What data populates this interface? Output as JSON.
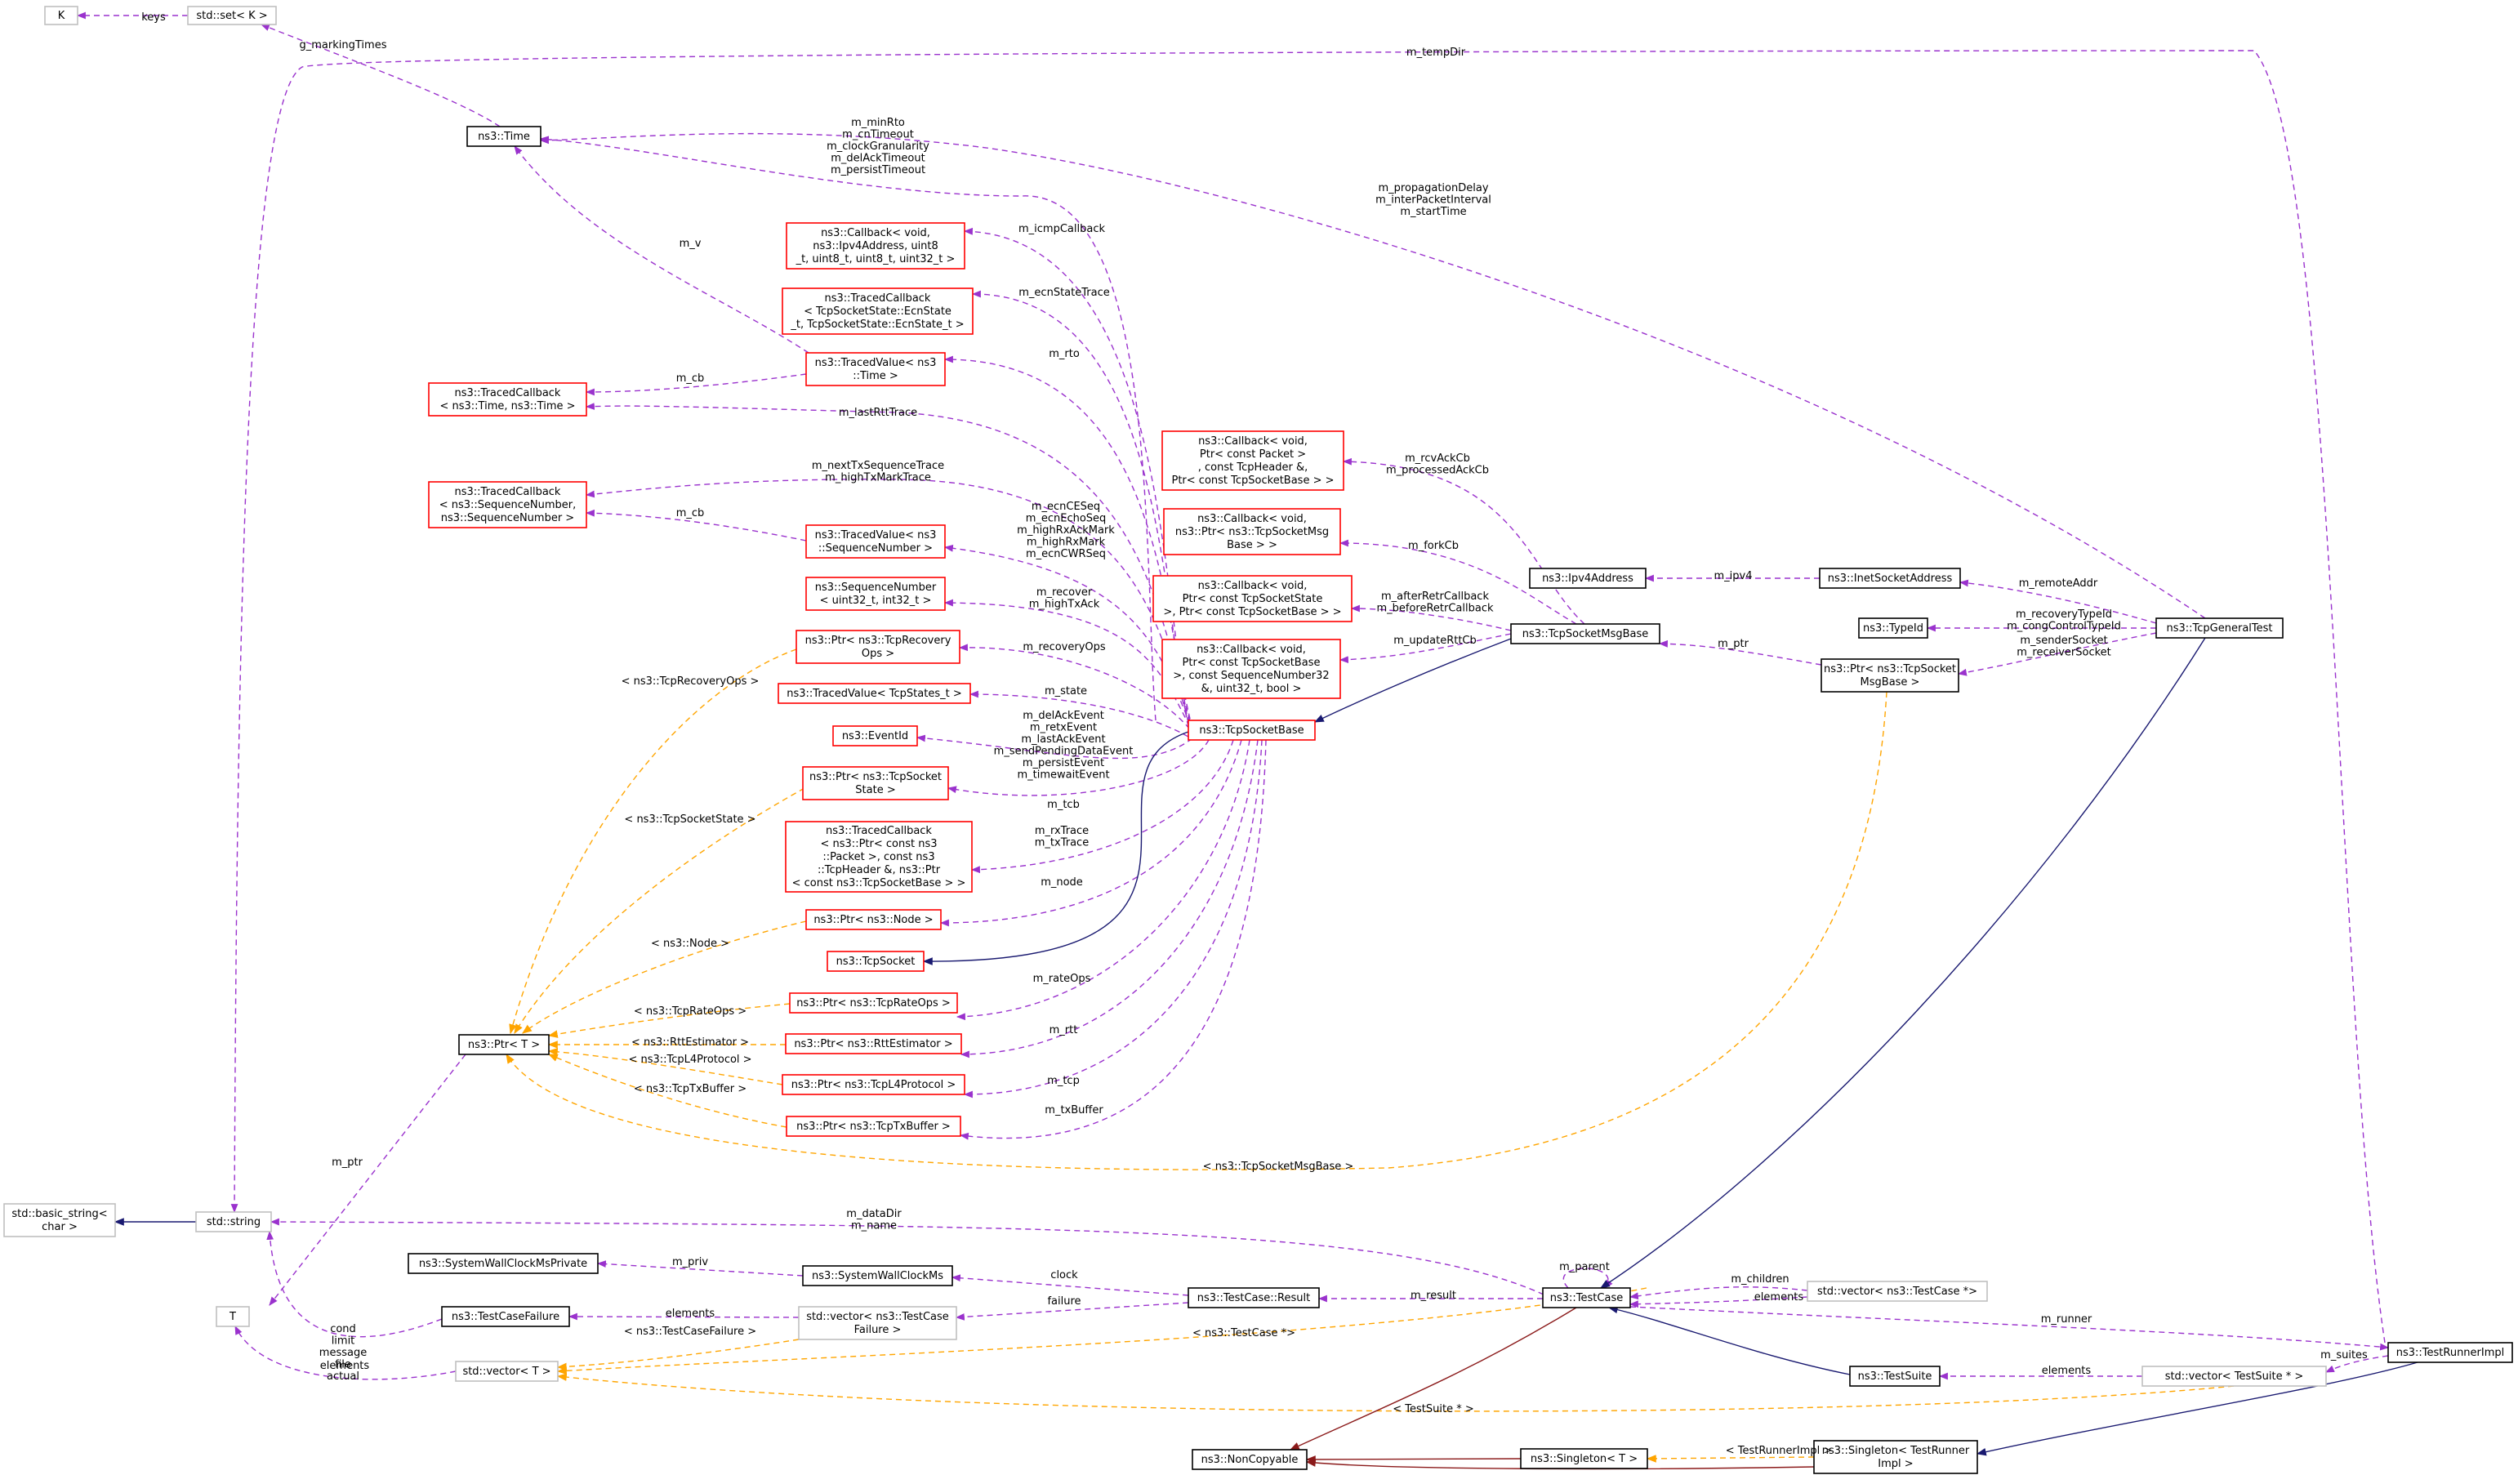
{
  "colors": {
    "red_border": "#ff0000",
    "black_border": "#000000",
    "gray_border": "#bfbfbf",
    "focus_fill": "#bfbfbf",
    "member_edge": "#9a32cd",
    "template_edge": "#ffa500",
    "inherit_edge": "#191970",
    "private_inherit_edge": "#8b1a1a"
  },
  "nodes": [
    {
      "id": "K",
      "lines": [
        "K"
      ],
      "style": "gray"
    },
    {
      "id": "set",
      "lines": [
        "std::set< K >"
      ],
      "style": "gray"
    },
    {
      "id": "time",
      "lines": [
        "ns3::Time"
      ],
      "style": "black"
    },
    {
      "id": "cbicmp",
      "lines": [
        "ns3::Callback< void,",
        "ns3::Ipv4Address, uint8",
        "_t, uint8_t, uint8_t, uint32_t >"
      ],
      "style": "red"
    },
    {
      "id": "tcecn",
      "lines": [
        "ns3::TracedCallback",
        "< TcpSocketState::EcnState",
        "_t, TcpSocketState::EcnState_t >"
      ],
      "style": "red"
    },
    {
      "id": "tvtime",
      "lines": [
        "ns3::TracedValue< ns3",
        "::Time >"
      ],
      "style": "red"
    },
    {
      "id": "tctime",
      "lines": [
        "ns3::TracedCallback",
        "< ns3::Time, ns3::Time >"
      ],
      "style": "red"
    },
    {
      "id": "tcseq",
      "lines": [
        "ns3::TracedCallback",
        "< ns3::SequenceNumber,",
        "ns3::SequenceNumber >"
      ],
      "style": "red"
    },
    {
      "id": "tvseq",
      "lines": [
        "ns3::TracedValue< ns3",
        "::SequenceNumber >"
      ],
      "style": "red"
    },
    {
      "id": "seqnum",
      "lines": [
        "ns3::SequenceNumber",
        "< uint32_t, int32_t >"
      ],
      "style": "red"
    },
    {
      "id": "ptrrec",
      "lines": [
        "ns3::Ptr< ns3::TcpRecovery",
        "Ops >"
      ],
      "style": "red"
    },
    {
      "id": "tvstates",
      "lines": [
        "ns3::TracedValue< TcpStates_t >"
      ],
      "style": "red"
    },
    {
      "id": "eventid",
      "lines": [
        "ns3::EventId"
      ],
      "style": "red"
    },
    {
      "id": "ptrstate",
      "lines": [
        "ns3::Ptr< ns3::TcpSocket",
        "State >"
      ],
      "style": "red"
    },
    {
      "id": "tcrx",
      "lines": [
        "ns3::TracedCallback",
        "< ns3::Ptr< const ns3",
        "::Packet >, const ns3",
        "::TcpHeader &, ns3::Ptr",
        "< const ns3::TcpSocketBase > >"
      ],
      "style": "red"
    },
    {
      "id": "ptrnode",
      "lines": [
        "ns3::Ptr< ns3::Node >"
      ],
      "style": "red"
    },
    {
      "id": "tcpsocket",
      "lines": [
        "ns3::TcpSocket"
      ],
      "style": "red"
    },
    {
      "id": "ptrrate",
      "lines": [
        "ns3::Ptr< ns3::TcpRateOps >"
      ],
      "style": "red"
    },
    {
      "id": "ptrrtt",
      "lines": [
        "ns3::Ptr< ns3::RttEstimator >"
      ],
      "style": "red"
    },
    {
      "id": "ptrl4",
      "lines": [
        "ns3::Ptr< ns3::TcpL4Protocol >"
      ],
      "style": "red"
    },
    {
      "id": "ptrtx",
      "lines": [
        "ns3::Ptr< ns3::TcpTxBuffer >"
      ],
      "style": "red"
    },
    {
      "id": "ptrT",
      "lines": [
        "ns3::Ptr< T >"
      ],
      "style": "black"
    },
    {
      "id": "cbrcv",
      "lines": [
        "ns3::Callback< void,",
        "Ptr< const Packet >",
        ", const TcpHeader &,",
        "Ptr< const TcpSocketBase > >"
      ],
      "style": "red"
    },
    {
      "id": "cbfork",
      "lines": [
        "ns3::Callback< void,",
        "ns3::Ptr< ns3::TcpSocketMsg",
        "Base > >"
      ],
      "style": "red"
    },
    {
      "id": "cbretr",
      "lines": [
        "ns3::Callback< void,",
        "Ptr< const TcpSocketState",
        ">, Ptr< const TcpSocketBase > >"
      ],
      "style": "red"
    },
    {
      "id": "cbrtt",
      "lines": [
        "ns3::Callback< void,",
        "Ptr< const TcpSocketBase",
        ">, const SequenceNumber32",
        "&, uint32_t, bool >"
      ],
      "style": "red"
    },
    {
      "id": "tsb",
      "lines": [
        "ns3::TcpSocketBase"
      ],
      "style": "red"
    },
    {
      "id": "ipv4",
      "lines": [
        "ns3::Ipv4Address"
      ],
      "style": "black"
    },
    {
      "id": "tsmb",
      "lines": [
        "ns3::TcpSocketMsgBase"
      ],
      "style": "black"
    },
    {
      "id": "inet",
      "lines": [
        "ns3::InetSocketAddress"
      ],
      "style": "black"
    },
    {
      "id": "typeid",
      "lines": [
        "ns3::TypeId"
      ],
      "style": "black"
    },
    {
      "id": "ptrtsmb",
      "lines": [
        "ns3::Ptr< ns3::TcpSocket",
        "MsgBase >"
      ],
      "style": "black"
    },
    {
      "id": "tgt",
      "lines": [
        "ns3::TcpGeneralTest"
      ],
      "style": "focus"
    },
    {
      "id": "bstring",
      "lines": [
        "std::basic_string<",
        "char >"
      ],
      "style": "gray"
    },
    {
      "id": "string",
      "lines": [
        "std::string"
      ],
      "style": "gray"
    },
    {
      "id": "T",
      "lines": [
        "T"
      ],
      "style": "gray"
    },
    {
      "id": "swcmp",
      "lines": [
        "ns3::SystemWallClockMsPrivate"
      ],
      "style": "black"
    },
    {
      "id": "swc",
      "lines": [
        "ns3::SystemWallClockMs"
      ],
      "style": "black"
    },
    {
      "id": "tcfail",
      "lines": [
        "ns3::TestCaseFailure"
      ],
      "style": "black"
    },
    {
      "id": "vecfail",
      "lines": [
        "std::vector< ns3::TestCase",
        "Failure >"
      ],
      "style": "gray"
    },
    {
      "id": "vecT",
      "lines": [
        "std::vector< T >"
      ],
      "style": "gray"
    },
    {
      "id": "result",
      "lines": [
        "ns3::TestCase::Result"
      ],
      "style": "black"
    },
    {
      "id": "testcase",
      "lines": [
        "ns3::TestCase"
      ],
      "style": "black"
    },
    {
      "id": "vectc",
      "lines": [
        "std::vector< ns3::TestCase *>"
      ],
      "style": "gray"
    },
    {
      "id": "testsuite",
      "lines": [
        "ns3::TestSuite"
      ],
      "style": "black"
    },
    {
      "id": "vects",
      "lines": [
        "std::vector< TestSuite * >"
      ],
      "style": "gray"
    },
    {
      "id": "runner",
      "lines": [
        "ns3::TestRunnerImpl"
      ],
      "style": "black"
    },
    {
      "id": "noncopy",
      "lines": [
        "ns3::NonCopyable"
      ],
      "style": "black"
    },
    {
      "id": "singT",
      "lines": [
        "ns3::Singleton< T >"
      ],
      "style": "black"
    },
    {
      "id": "singR",
      "lines": [
        "ns3::Singleton< TestRunner",
        "Impl >"
      ],
      "style": "black"
    }
  ],
  "edge_labels": [
    {
      "id": "lbl_keys",
      "lines": [
        "keys"
      ]
    },
    {
      "id": "lbl_gmark",
      "lines": [
        "g_markingTimes"
      ]
    },
    {
      "id": "lbl_tempdir",
      "lines": [
        "m_tempDir"
      ]
    },
    {
      "id": "lbl_timeset",
      "lines": [
        "m_minRto",
        "m_cnTimeout",
        "m_clockGranularity",
        "m_delAckTimeout",
        "m_persistTimeout"
      ]
    },
    {
      "id": "lbl_prop",
      "lines": [
        "m_propagationDelay",
        "m_interPacketInterval",
        "m_startTime"
      ]
    },
    {
      "id": "lbl_mv",
      "lines": [
        "m_v"
      ]
    },
    {
      "id": "lbl_icmp",
      "lines": [
        "m_icmpCallback"
      ]
    },
    {
      "id": "lbl_ecnst",
      "lines": [
        "m_ecnStateTrace"
      ]
    },
    {
      "id": "lbl_mcb1",
      "lines": [
        "m_cb"
      ]
    },
    {
      "id": "lbl_rto",
      "lines": [
        "m_rto"
      ]
    },
    {
      "id": "lbl_lastrtt",
      "lines": [
        "m_lastRttTrace"
      ]
    },
    {
      "id": "lbl_rcvack",
      "lines": [
        "m_rcvAckCb",
        "m_processedAckCb"
      ]
    },
    {
      "id": "lbl_nexttx",
      "lines": [
        "m_nextTxSequenceTrace",
        "m_highTxMarkTrace"
      ]
    },
    {
      "id": "lbl_mcb2",
      "lines": [
        "m_cb"
      ]
    },
    {
      "id": "lbl_ecnseq",
      "lines": [
        "m_ecnCESeq",
        "m_ecnEchoSeq",
        "m_highRxAckMark",
        "m_highRxMark",
        "m_ecnCWRSeq"
      ]
    },
    {
      "id": "lbl_fork",
      "lines": [
        "m_forkCb"
      ]
    },
    {
      "id": "lbl_ipv4",
      "lines": [
        "m_ipv4"
      ]
    },
    {
      "id": "lbl_remote",
      "lines": [
        "m_remoteAddr"
      ]
    },
    {
      "id": "lbl_recover",
      "lines": [
        "m_recover",
        "m_highTxAck"
      ]
    },
    {
      "id": "lbl_afterretr",
      "lines": [
        "m_afterRetrCallback",
        "m_beforeRetrCallback"
      ]
    },
    {
      "id": "lbl_recty",
      "lines": [
        "m_recoveryTypeId",
        "m_congControlTypeId"
      ]
    },
    {
      "id": "lbl_mptr1",
      "lines": [
        "m_ptr"
      ]
    },
    {
      "id": "lbl_sender",
      "lines": [
        "m_senderSocket",
        "m_receiverSocket"
      ]
    },
    {
      "id": "lbl_recops",
      "lines": [
        "m_recoveryOps"
      ]
    },
    {
      "id": "lbl_updrtt",
      "lines": [
        "m_updateRttCb"
      ]
    },
    {
      "id": "lbl_tplrec",
      "lines": [
        "< ns3::TcpRecoveryOps >"
      ]
    },
    {
      "id": "lbl_state",
      "lines": [
        "m_state"
      ]
    },
    {
      "id": "lbl_events",
      "lines": [
        "m_delAckEvent",
        "m_retxEvent",
        "m_lastAckEvent",
        "m_sendPendingDataEvent",
        "m_persistEvent",
        "m_timewaitEvent"
      ]
    },
    {
      "id": "lbl_tcb",
      "lines": [
        "m_tcb"
      ]
    },
    {
      "id": "lbl_tplstate",
      "lines": [
        "< ns3::TcpSocketState >"
      ]
    },
    {
      "id": "lbl_rxtrace",
      "lines": [
        "m_rxTrace",
        "m_txTrace"
      ]
    },
    {
      "id": "lbl_node",
      "lines": [
        "m_node"
      ]
    },
    {
      "id": "lbl_tplnode",
      "lines": [
        "< ns3::Node >"
      ]
    },
    {
      "id": "lbl_rateops",
      "lines": [
        "m_rateOps"
      ]
    },
    {
      "id": "lbl_tplrate",
      "lines": [
        "< ns3::TcpRateOps >"
      ]
    },
    {
      "id": "lbl_tplrtt",
      "lines": [
        "< ns3::RttEstimator >"
      ]
    },
    {
      "id": "lbl_rtt",
      "lines": [
        "m_rtt"
      ]
    },
    {
      "id": "lbl_tpll4",
      "lines": [
        "< ns3::TcpL4Protocol >"
      ]
    },
    {
      "id": "lbl_tcp",
      "lines": [
        "m_tcp"
      ]
    },
    {
      "id": "lbl_tpltx",
      "lines": [
        "< ns3::TcpTxBuffer >"
      ]
    },
    {
      "id": "lbl_txbuf",
      "lines": [
        "m_txBuffer"
      ]
    },
    {
      "id": "lbl_tpltsmb",
      "lines": [
        "< ns3::TcpSocketMsgBase >"
      ]
    },
    {
      "id": "lbl_mptr2",
      "lines": [
        "m_ptr"
      ]
    },
    {
      "id": "lbl_datadir",
      "lines": [
        "m_dataDir",
        "m_name"
      ]
    },
    {
      "id": "lbl_parent",
      "lines": [
        "m_parent"
      ]
    },
    {
      "id": "lbl_priv",
      "lines": [
        "m_priv"
      ]
    },
    {
      "id": "lbl_clock",
      "lines": [
        "clock"
      ]
    },
    {
      "id": "lbl_children",
      "lines": [
        "m_children"
      ]
    },
    {
      "id": "lbl_cond",
      "lines": [
        "cond",
        "limit",
        "message",
        "file",
        "actual"
      ]
    },
    {
      "id": "lbl_elem1",
      "lines": [
        "elements"
      ]
    },
    {
      "id": "lbl_failure",
      "lines": [
        "failure"
      ]
    },
    {
      "id": "lbl_result",
      "lines": [
        "m_result"
      ]
    },
    {
      "id": "lbl_elem2",
      "lines": [
        "elements"
      ]
    },
    {
      "id": "lbl_runner",
      "lines": [
        "m_runner"
      ]
    },
    {
      "id": "lbl_tplfail",
      "lines": [
        "< ns3::TestCaseFailure >"
      ]
    },
    {
      "id": "lbl_tpltc",
      "lines": [
        "< ns3::TestCase *>"
      ]
    },
    {
      "id": "lbl_suites",
      "lines": [
        "m_suites"
      ]
    },
    {
      "id": "lbl_elem3",
      "lines": [
        "elements"
      ]
    },
    {
      "id": "lbl_elem4",
      "lines": [
        "elements"
      ]
    },
    {
      "id": "lbl_tplts",
      "lines": [
        "< TestSuite * >"
      ]
    },
    {
      "id": "lbl_tplrun",
      "lines": [
        "< TestRunnerImpl >"
      ]
    }
  ]
}
